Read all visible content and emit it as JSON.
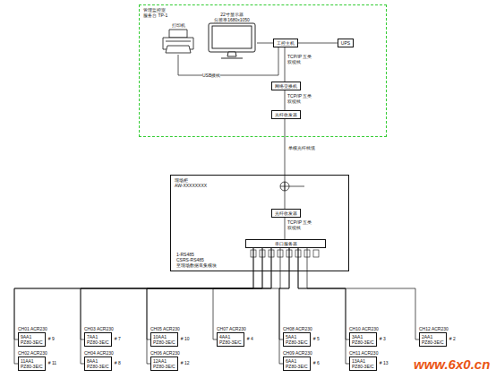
{
  "diagram": {
    "nodes": [
      {
        "text": [
          "管理监控室",
          "服务台 TP-1"
        ]
      },
      {
        "text": [
          "打印机"
        ],
        "in": 0
      },
      {
        "text": [
          "22寸显示器",
          "分辨率1680x1050"
        ],
        "in": 0
      },
      {
        "text": [
          "工控主机"
        ],
        "in": 0
      },
      {
        "text": [
          "UPS"
        ],
        "in": 0
      },
      {
        "text": [
          "网络交换机"
        ],
        "in": 0
      },
      {
        "text": [
          "光纤收发器"
        ],
        "in": 0
      },
      {
        "text": [
          "现场柜",
          "AW-XXXXXXXX"
        ]
      },
      {
        "text": [
          "光纤收发器"
        ],
        "in": 7
      },
      {
        "text": [
          "串口服务器"
        ],
        "in": 7
      },
      {
        "text": [
          "CH01 ACR230",
          "9AA1",
          "PZ80-3E/C"
        ]
      },
      {
        "text": [
          "CH02 ACR230",
          "11AA1",
          "PZ80-3E/C"
        ]
      },
      {
        "text": [
          "CH03 ACR230",
          "7AA1",
          "PZ80-3E/C"
        ]
      },
      {
        "text": [
          "CH04 ACR230",
          "8AA1",
          "PZ80-3E/C"
        ]
      },
      {
        "text": [
          "CH05 ACR230",
          "10AA1",
          "PZ80-3E/C"
        ]
      },
      {
        "text": [
          "CH06 ACR230",
          "12AA1",
          "PZ80-3E/C"
        ]
      },
      {
        "text": [
          "CH07 ACR230",
          "4AA1",
          "PZ80-3E/C"
        ]
      },
      {
        "text": [
          "CH08 ACR230",
          "5AA1",
          "PZ80-3E/C"
        ]
      },
      {
        "text": [
          "CH09 ACR230",
          "6AA1",
          "PZ80-3E/C"
        ]
      },
      {
        "text": [
          "CH10 ACR230",
          "3AA1",
          "PZ80-3E/C"
        ]
      },
      {
        "text": [
          "CH11 ACR230",
          "13AA1",
          "PZ80-3E/C"
        ]
      },
      {
        "text": [
          "CH12 ACR230",
          "2AA1",
          "PZ80-3E/C"
        ]
      }
    ],
    "edges": [
      {
        "from": 1,
        "to": 3,
        "arrow": "none",
        "label": "USB接线"
      },
      {
        "from": 2,
        "to": 3,
        "arrow": "none"
      },
      {
        "from": 3,
        "to": 4,
        "arrow": "none"
      },
      {
        "from": 3,
        "to": 5,
        "arrow": "none",
        "label": "TCP/IP 五类双绞线"
      },
      {
        "from": 5,
        "to": 6,
        "arrow": "none",
        "label": "TCP/IP 五类双绞线"
      },
      {
        "from": 6,
        "to": 8,
        "arrow": "none",
        "label": "单模光纤线缆"
      },
      {
        "from": 8,
        "to": 9,
        "arrow": "none",
        "label": "TCP/IP 五类双绞线"
      },
      {
        "from": 9,
        "to": 10,
        "arrow": "none"
      },
      {
        "from": 9,
        "to": 11,
        "arrow": "none"
      },
      {
        "from": 9,
        "to": 12,
        "arrow": "none"
      },
      {
        "from": 9,
        "to": 13,
        "arrow": "none"
      },
      {
        "from": 9,
        "to": 14,
        "arrow": "none"
      },
      {
        "from": 9,
        "to": 15,
        "arrow": "none"
      },
      {
        "from": 9,
        "to": 16,
        "arrow": "none"
      },
      {
        "from": 9,
        "to": 17,
        "arrow": "none"
      },
      {
        "from": 9,
        "to": 18,
        "arrow": "none"
      },
      {
        "from": 9,
        "to": 19,
        "arrow": "none"
      },
      {
        "from": 9,
        "to": 20,
        "arrow": "none"
      },
      {
        "from": 9,
        "to": 21,
        "arrow": "none"
      }
    ],
    "labels": [
      "1-RS485",
      "CSRS-RS485",
      "至现场数据采集模块",
      "# 9",
      "# 11",
      "# 7",
      "# 8",
      "# 10",
      "# 12",
      "# 4",
      "# 5",
      "# 6",
      "# 3",
      "# 13",
      "# 2",
      "www.6x0.cn"
    ]
  }
}
